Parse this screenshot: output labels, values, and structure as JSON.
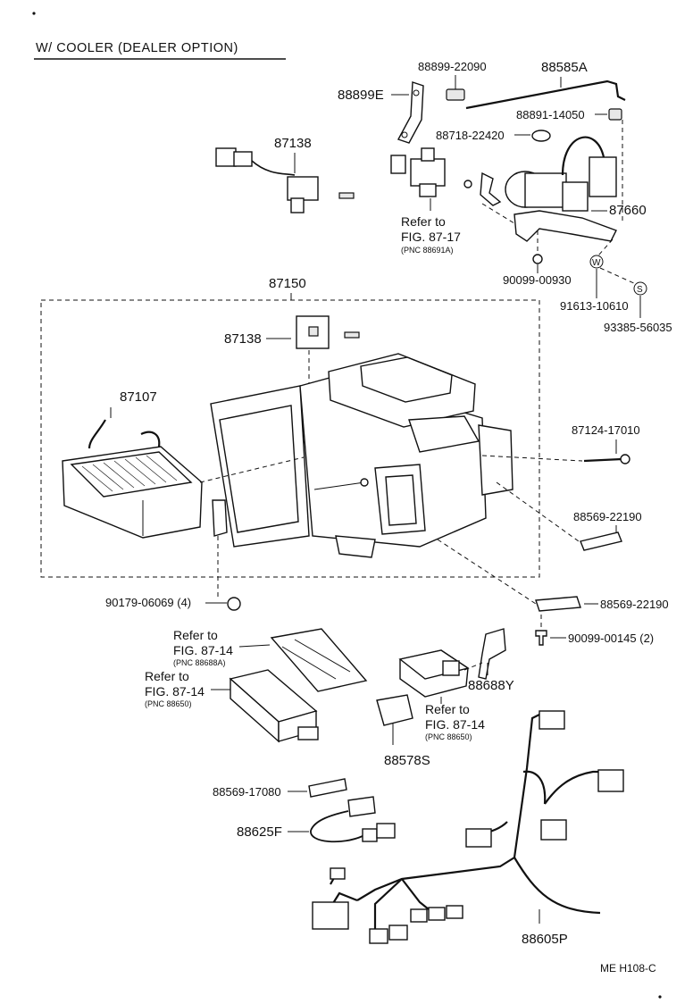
{
  "title": "W/ COOLER  (DEALER OPTION)",
  "drawing_code": "ME  H108-C",
  "parts": {
    "p88899_22090": "88899-22090",
    "p88585A": "88585A",
    "p88899E": "88899E",
    "p88891_14050": "88891-14050",
    "p87138_top": "87138",
    "p88718_22420": "88718-22420",
    "p87660": "87660",
    "p90099_00930": "90099-00930",
    "p87150": "87150",
    "p91613_10610": "91613-10610",
    "p93385_56035": "93385-56035",
    "p87138_mid": "87138",
    "p87107": "87107",
    "p87124_17010": "87124-17010",
    "p88569_22190_a": "88569-22190",
    "p90179_06069": "90179-06069 (4)",
    "p88569_22190_b": "88569-22190",
    "p90099_00145": "90099-00145 (2)",
    "p88688Y": "88688Y",
    "p88578S": "88578S",
    "p88569_17080": "88569-17080",
    "p88625F": "88625F",
    "p88605P": "88605P"
  },
  "markers": {
    "w": "W",
    "s": "S"
  },
  "refs": {
    "r1": {
      "label": "Refer to",
      "fig": "FIG. 87-17",
      "pnc": "(PNC 88691A)"
    },
    "r2": {
      "label": "Refer to",
      "fig": "FIG. 87-14",
      "pnc": "(PNC 88688A)"
    },
    "r3": {
      "label": "Refer to",
      "fig": "FIG. 87-14",
      "pnc": "(PNC 88650)"
    },
    "r4": {
      "label": "Refer to",
      "fig": "FIG. 87-14",
      "pnc": "(PNC 88650)"
    }
  }
}
